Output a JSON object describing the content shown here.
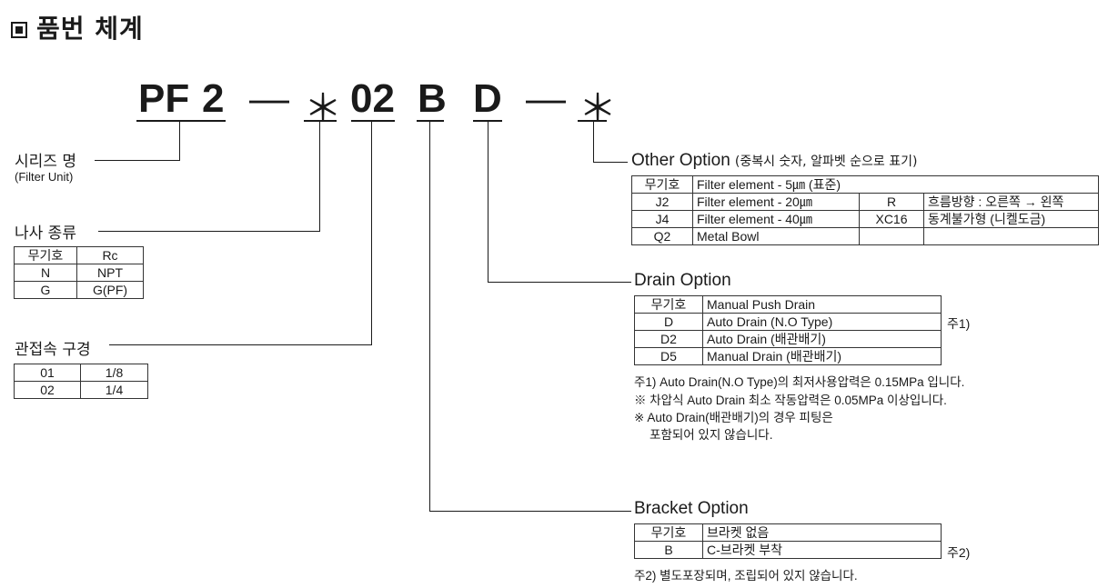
{
  "title": "품번 체계",
  "code_parts": [
    "PF",
    "2",
    "—",
    "＊",
    "02",
    "B",
    "D",
    "—",
    "＊"
  ],
  "series": {
    "label": "시리즈 명",
    "sub": "(Filter Unit)"
  },
  "thread": {
    "label": "나사 종류",
    "header": [
      "무기호",
      "Rc"
    ],
    "rows": [
      [
        "N",
        "NPT"
      ],
      [
        "G",
        "G(PF)"
      ]
    ]
  },
  "port": {
    "label": "관접속 구경",
    "rows": [
      [
        "01",
        "1/8"
      ],
      [
        "02",
        "1/4"
      ]
    ]
  },
  "other": {
    "label": "Other Option",
    "label_note": "(중복시 숫자, 알파벳 순으로 표기)",
    "rows": [
      [
        "무기호",
        "Filter element - 5㎛ (표준)",
        "",
        ""
      ],
      [
        "J2",
        "Filter element - 20㎛",
        "R",
        "흐름방향 : 오른쪽 → 왼쪽"
      ],
      [
        "J4",
        "Filter element - 40㎛",
        "XC16",
        "동계불가형 (니켈도금)"
      ],
      [
        "Q2",
        "Metal Bowl",
        "",
        ""
      ]
    ]
  },
  "drain": {
    "label": "Drain Option",
    "rows": [
      [
        "무기호",
        "Manual Push Drain"
      ],
      [
        "D",
        "Auto Drain (N.O Type)"
      ],
      [
        "D2",
        "Auto Drain (배관배기)"
      ],
      [
        "D5",
        "Manual Drain (배관배기)"
      ]
    ],
    "side_note": "주1)",
    "notes": [
      "주1) Auto Drain(N.O Type)의 최저사용압력은 0.15MPa 입니다.",
      "※ 차압식 Auto Drain 최소 작동압력은 0.05MPa 이상입니다.",
      "※ Auto Drain(배관배기)의 경우 피팅은",
      "포함되어 있지 않습니다."
    ]
  },
  "bracket": {
    "label": "Bracket Option",
    "rows": [
      [
        "무기호",
        "브라켓 없음"
      ],
      [
        "B",
        "C-브라켓 부착"
      ]
    ],
    "side_note": "주2)",
    "note": "주2) 별도포장되며, 조립되어 있지 않습니다."
  }
}
